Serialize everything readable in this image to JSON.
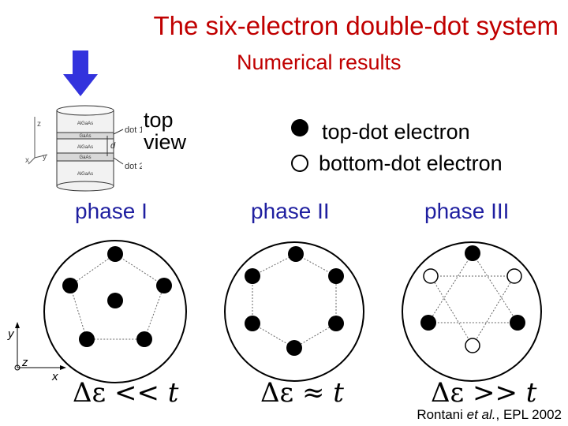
{
  "title": "The six-electron double-dot system",
  "subtitle": "Numerical results",
  "schematic": {
    "view_label": "top view",
    "layers": [
      "AlGaAs",
      "GaAs",
      "AlGaAs",
      "GaAs",
      "AlGaAs"
    ],
    "dot1_label": "dot 1",
    "dot2_label": "dot 2",
    "d_label": "d",
    "axis_z": "z",
    "axis_x": "x",
    "axis_y": "y",
    "arrow_color": "#3333dd"
  },
  "legend": {
    "top_label": "top-dot electron",
    "bottom_label": "bottom-dot electron"
  },
  "phases": [
    {
      "label": "phase I",
      "formula_op": "<<"
    },
    {
      "label": "phase II",
      "formula_op": "≈"
    },
    {
      "label": "phase III",
      "formula_op": ">>"
    }
  ],
  "formula": {
    "lhs": "Δε",
    "rhs": "t"
  },
  "axes": {
    "y": "y",
    "z": "z",
    "x": "x"
  },
  "citation": {
    "author": "Rontani ",
    "etal": "et al.",
    "ref": ", EPL 2002"
  },
  "colors": {
    "title": "#c00000",
    "phase": "#1f1fa0",
    "arrow": "#3333dd"
  }
}
